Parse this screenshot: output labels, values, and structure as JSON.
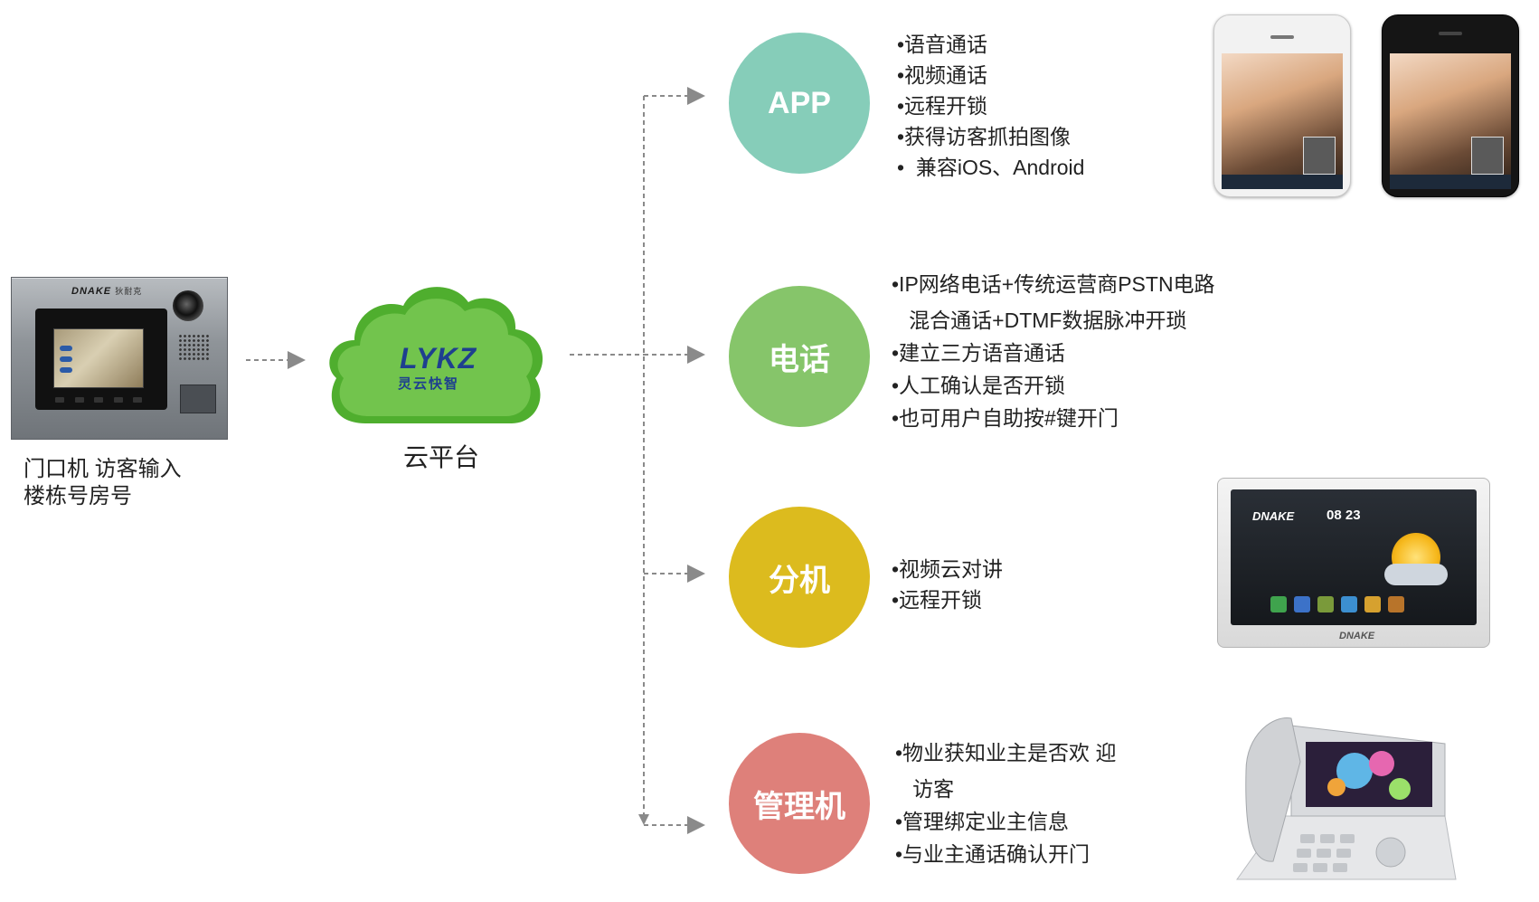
{
  "door_station": {
    "brand": "DNAKE",
    "brand_cn": "狄耐克",
    "caption_line1": "门口机 访客输入",
    "caption_line2": "楼栋号房号"
  },
  "cloud": {
    "logo_text": "LYKZ",
    "logo_cn": "灵云快智",
    "label": "云平台"
  },
  "nodes": {
    "app": {
      "label": "APP",
      "color": "#86cdb9",
      "features": [
        "•语音通话",
        "•视频通话",
        "•远程开锁",
        "•获得访客抓拍图像",
        "•  兼容iOS、Android"
      ]
    },
    "telephone": {
      "label": "电话",
      "color": "#86c56a",
      "features": [
        "•IP网络电话+传统运营商PSTN电路",
        "   混合通话+DTMF数据脉冲开琐",
        "•建立三方语音通话",
        "•人工确认是否开锁",
        "•也可用户自助按#键开门"
      ]
    },
    "extension": {
      "label": "分机",
      "color": "#dcbb1e",
      "features": [
        "•视频云对讲",
        "•远程开锁"
      ]
    },
    "manager": {
      "label": "管理机",
      "color": "#de807a",
      "features": [
        "•物业获知业主是否欢 迎",
        "   访客",
        "•管理绑定业主信息",
        "•与业主通话确认开门"
      ]
    }
  },
  "monitor": {
    "brand": "DNAKE",
    "clock": "08 23",
    "footer_brand": "DNAKE"
  },
  "icons": {
    "arrow": "dashed-arrow",
    "phone": "smartphone-icon",
    "monitor": "indoor-monitor-icon",
    "deskphone": "video-desk-phone-icon"
  }
}
